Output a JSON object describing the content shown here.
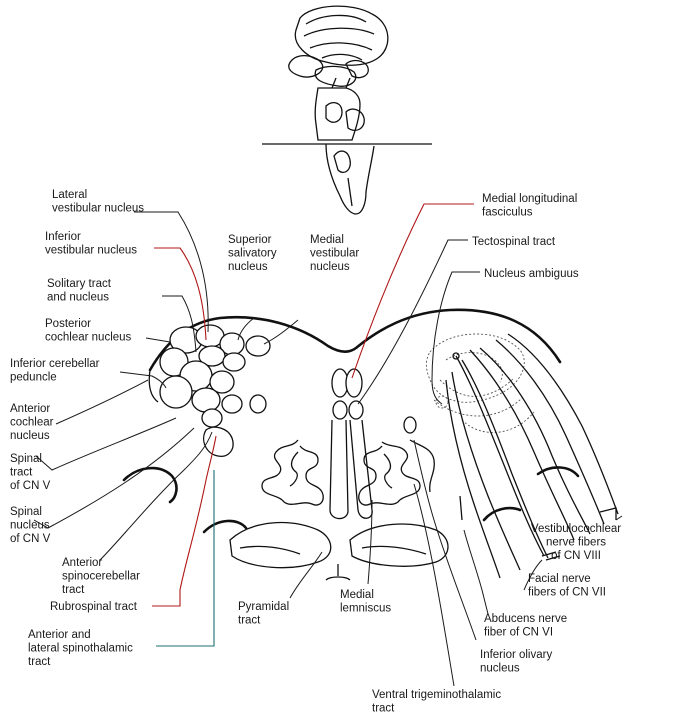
{
  "labels": {
    "lateral_vestibular_nucleus": [
      "Lateral",
      "vestibular nucleus"
    ],
    "inferior_vestibular_nucleus": [
      "Inferior",
      "vestibular nucleus"
    ],
    "solitary_tract_and_nucleus": [
      "Solitary tract",
      "and nucleus"
    ],
    "posterior_cochlear_nucleus": [
      "Posterior",
      "cochlear nucleus"
    ],
    "inferior_cerebellar_peduncle": [
      "Inferior cerebellar",
      "peduncle"
    ],
    "anterior_cochlear_nucleus": [
      "Anterior",
      "cochlear",
      "nucleus"
    ],
    "spinal_tract_cn_v": [
      "Spinal",
      "tract",
      "of CN V"
    ],
    "spinal_nucleus_cn_v": [
      "Spinal",
      "nucleus",
      "of CN V"
    ],
    "anterior_spinocerebellar_tract": [
      "Anterior",
      "spinocerebellar",
      "tract"
    ],
    "rubrospinal_tract": [
      "Rubrospinal tract"
    ],
    "anterior_lateral_spinothalamic_tract": [
      "Anterior and",
      "lateral spinothalamic",
      "tract"
    ],
    "superior_salivatory_nucleus": [
      "Superior",
      "salivatory",
      "nucleus"
    ],
    "medial_vestibular_nucleus": [
      "Medial",
      "vestibular",
      "nucleus"
    ],
    "medial_longitudinal_fasciculus": [
      "Medial longitudinal",
      "fasciculus"
    ],
    "tectospinal_tract": [
      "Tectospinal tract"
    ],
    "nucleus_ambiguus": [
      "Nucleus ambiguus"
    ],
    "vestibulocochlear_nerve_fibers": [
      "Vestibulocochlear",
      "nerve fibers",
      "of CN VIII"
    ],
    "facial_nerve_fibers": [
      "Facial nerve",
      "fibers of CN VII"
    ],
    "abducens_nerve_fiber": [
      "Abducens nerve",
      "fiber of CN VI"
    ],
    "inferior_olivary_nucleus": [
      "Inferior olivary",
      "nucleus"
    ],
    "ventral_trigeminothalamic_tract": [
      "Ventral trigeminothalamic",
      "tract"
    ],
    "pyramidal_tract": [
      "Pyramidal",
      "tract"
    ],
    "medial_lemniscus": [
      "Medial",
      "lemniscus"
    ]
  },
  "colors": {
    "line": "#1a1a1a",
    "red_leader": "#b01818",
    "teal_leader": "#1d6f73",
    "background": "#ffffff"
  }
}
